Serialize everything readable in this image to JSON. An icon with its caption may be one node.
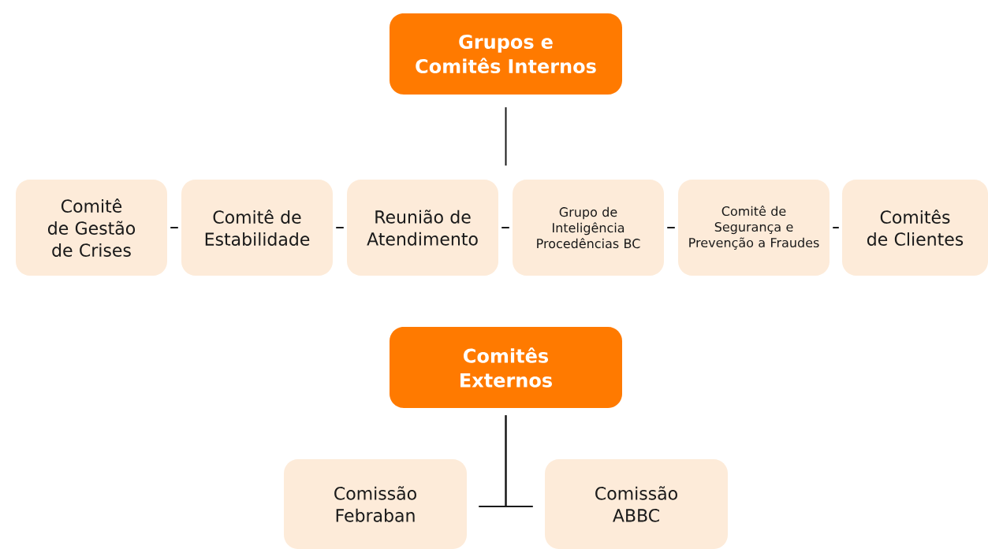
{
  "diagram": {
    "nodes": [
      {
        "text": [
          "Grupos e Comitês Internos"
        ]
      },
      {
        "text": [
          "Comitê de Gestão de Crises"
        ]
      },
      {
        "text": [
          "Comitê de Estabilidade"
        ]
      },
      {
        "text": [
          "Reunião de Atendimento"
        ]
      },
      {
        "text": [
          "Grupo de Inteligência Procedências BC"
        ]
      },
      {
        "text": [
          "Comitê de Segurança e Prevenção a Fraudes"
        ]
      },
      {
        "text": [
          "Comitês de Clientes"
        ]
      },
      {
        "text": [
          "Comitês Externos"
        ]
      },
      {
        "text": [
          "Comissão Febraban"
        ]
      },
      {
        "text": [
          "Comissão ABBC"
        ]
      }
    ],
    "edges": [
      {
        "from": 0,
        "to": null,
        "arrow": "none"
      },
      {
        "from": 1,
        "to": 2,
        "arrow": "none"
      },
      {
        "from": 2,
        "to": 3,
        "arrow": "none"
      },
      {
        "from": 3,
        "to": 4,
        "arrow": "none"
      },
      {
        "from": 4,
        "to": 5,
        "arrow": "none"
      },
      {
        "from": 5,
        "to": 6,
        "arrow": "none"
      },
      {
        "from": 7,
        "to": 8,
        "arrow": "none"
      },
      {
        "from": 7,
        "to": 9,
        "arrow": "none"
      }
    ]
  }
}
